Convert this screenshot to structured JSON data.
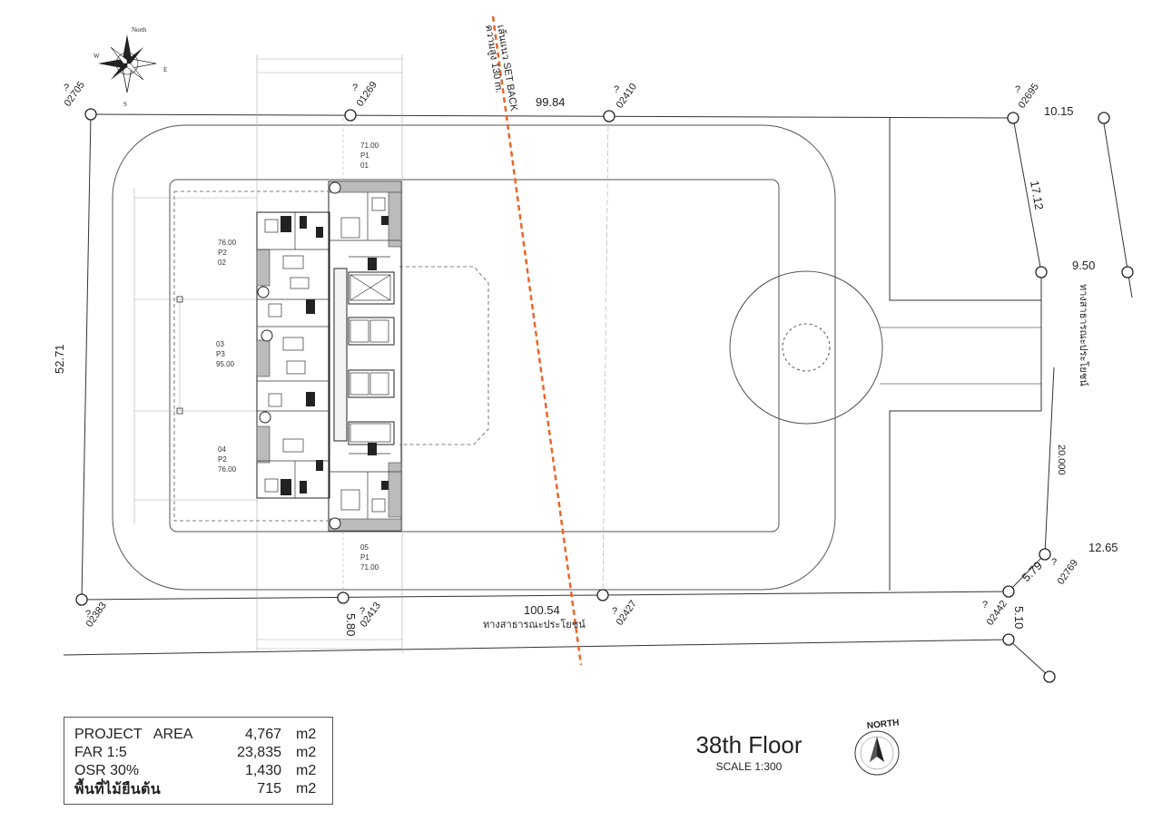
{
  "drawing": {
    "floor_title": "38th Floor",
    "scale": "SCALE 1:300",
    "north_label": "NORTH"
  },
  "compass_top": {
    "n": "North",
    "e": "E",
    "w": "W",
    "s": "S"
  },
  "setback_line": {
    "label_line1": "เส้นแนว SET BACK",
    "label_line2": "ความสูง 130 m.",
    "color": "#e8662a"
  },
  "survey_points": {
    "p02705": "02705",
    "p01269": "01269",
    "p02410": "02410",
    "p02695": "02695",
    "p02383": "02383",
    "p02413": "02413",
    "p02427": "02427",
    "p02442": "02442",
    "p02769": "02769",
    "q": "?"
  },
  "dimensions": {
    "top": "99.84",
    "bottom": "100.54",
    "left": "52.71",
    "d1015": "10.15",
    "d1712": "17.12",
    "d950": "9.50",
    "d20000": "20.000",
    "d1265": "12.65",
    "d579": "5.79",
    "d510": "5.10",
    "d580": "5.80"
  },
  "roads": {
    "bottom": "ทางสาธารณะประโยชน์",
    "right": "ทางสาธารณะประโยชน์"
  },
  "units": {
    "u01": {
      "area": "71.00",
      "type": "P1",
      "no": "01"
    },
    "u02": {
      "area": "76.00",
      "type": "P2",
      "no": "02"
    },
    "u03": {
      "no": "03",
      "type": "P3",
      "area": "95.00"
    },
    "u04": {
      "no": "04",
      "type": "P2",
      "area": "76.00"
    },
    "u05": {
      "no": "05",
      "type": "P1",
      "area": "71.00"
    }
  },
  "summary": {
    "rows": [
      {
        "label": "PROJECT   AREA",
        "value": "4,767",
        "unit": "m2"
      },
      {
        "label": "FAR 1:5",
        "value": "23,835",
        "unit": "m2"
      },
      {
        "label": "OSR 30%",
        "value": "1,430",
        "unit": "m2"
      },
      {
        "label": "พื้นที่ไม้ยืนต้น",
        "value": "715",
        "unit": "m2"
      }
    ]
  }
}
